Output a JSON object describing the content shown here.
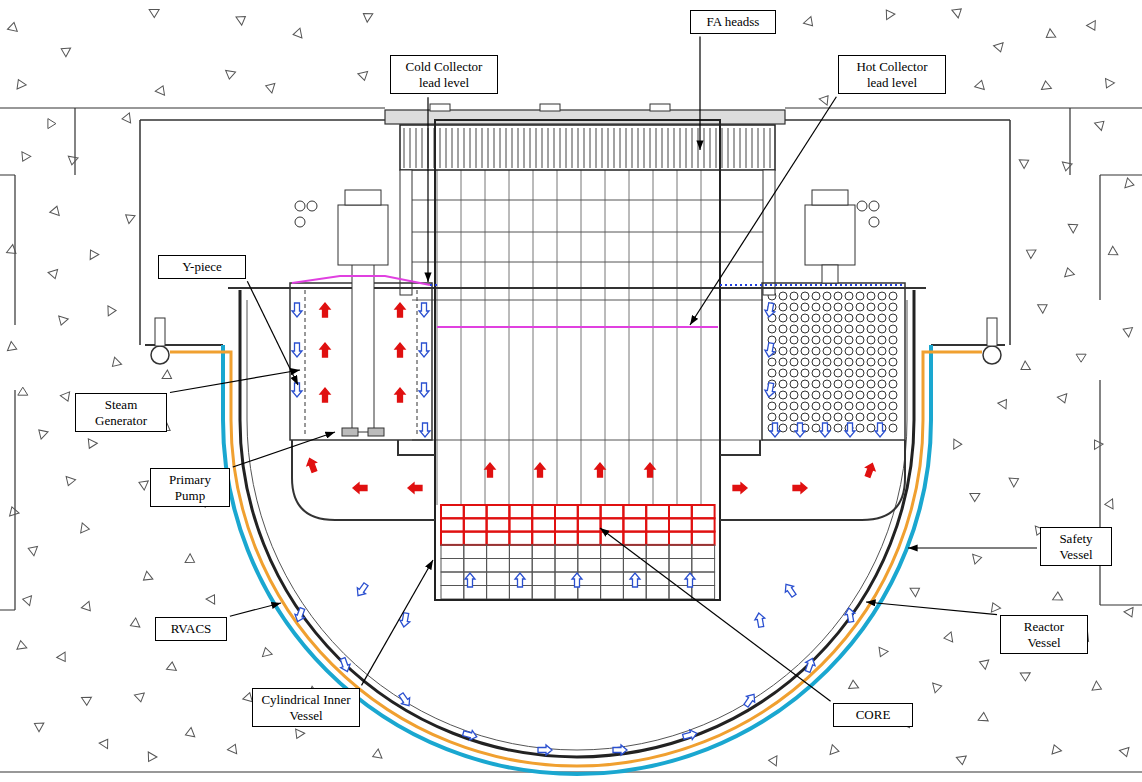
{
  "diagram": {
    "nodes": [
      {
        "text": [
          "FA headss"
        ]
      },
      {
        "text": [
          "Cold Collector lead level"
        ]
      },
      {
        "text": [
          "Hot Collector lead level"
        ]
      },
      {
        "text": [
          "Y-piece"
        ]
      },
      {
        "text": [
          "Steam Generator"
        ]
      },
      {
        "text": [
          "Primary Pump"
        ]
      },
      {
        "text": [
          "RVACS"
        ]
      },
      {
        "text": [
          "Cylindrical Inner Vessel"
        ]
      },
      {
        "text": [
          "CORE"
        ]
      },
      {
        "text": [
          "Safety Vessel"
        ]
      },
      {
        "text": [
          "Reactor Vessel"
        ]
      }
    ]
  }
}
